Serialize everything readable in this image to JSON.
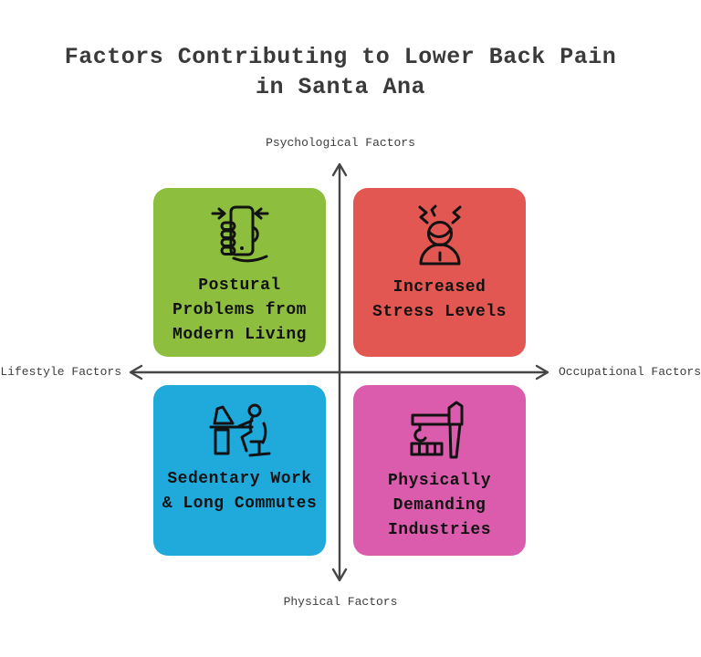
{
  "title": "Factors Contributing to Lower Back Pain\nin Santa Ana",
  "axes": {
    "top": "Psychological Factors",
    "bottom": "Physical Factors",
    "left": "Lifestyle Factors",
    "right": "Occupational Factors"
  },
  "quadrants": {
    "top_left": {
      "label": "Postural\nProblems from\nModern Living",
      "color": "#8dbe3d",
      "icon": "smartphone-hand-icon"
    },
    "top_right": {
      "label": "Increased\nStress Levels",
      "color": "#e25751",
      "icon": "stressed-person-icon"
    },
    "bottom_left": {
      "label": "Sedentary Work\n& Long Commutes",
      "color": "#20a9db",
      "icon": "desk-worker-icon"
    },
    "bottom_right": {
      "label": "Physically\nDemanding\nIndustries",
      "color": "#db5cac",
      "icon": "construction-crane-icon"
    }
  },
  "colors": {
    "arrow": "#464646",
    "title_text": "#3a3a3a",
    "axis_label_text": "#3d3d3d",
    "icon_stroke": "#121212",
    "card_text": "#121212"
  }
}
